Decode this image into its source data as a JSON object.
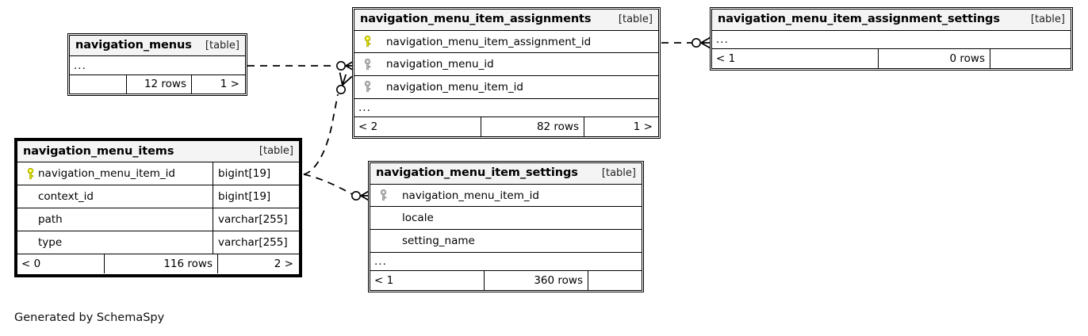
{
  "diagram": {
    "caption": "Generated by SchemaSpy",
    "table_tag": "[table]",
    "ellipsis": "...",
    "colors": {
      "pk_key": "#e8e800",
      "fk_key": "#b0b0b0",
      "header_bg": "#f4f4f4",
      "line": "#000000",
      "background": "#ffffff"
    }
  },
  "tables": {
    "navigation_menus": {
      "name": "navigation_menus",
      "tag": "[table]",
      "ellipsis": "...",
      "footer": {
        "left": "",
        "middle": "12 rows",
        "right": "1 >"
      }
    },
    "navigation_menu_item_assignments": {
      "name": "navigation_menu_item_assignments",
      "tag": "[table]",
      "ellipsis": "...",
      "columns": [
        {
          "label": "navigation_menu_item_assignment_id",
          "key": "pk"
        },
        {
          "label": "navigation_menu_id",
          "key": "fk"
        },
        {
          "label": "navigation_menu_item_id",
          "key": "fk"
        }
      ],
      "footer": {
        "left": "< 2",
        "middle": "82 rows",
        "right": "1 >"
      }
    },
    "navigation_menu_item_assignment_settings": {
      "name": "navigation_menu_item_assignment_settings",
      "tag": "[table]",
      "ellipsis": "...",
      "footer": {
        "left": "< 1",
        "middle": "0 rows",
        "right": ""
      }
    },
    "navigation_menu_items": {
      "name": "navigation_menu_items",
      "tag": "[table]",
      "columns": [
        {
          "label": "navigation_menu_item_id",
          "type": "bigint[19]",
          "key": "pk"
        },
        {
          "label": "context_id",
          "type": "bigint[19]",
          "key": "none"
        },
        {
          "label": "path",
          "type": "varchar[255]",
          "key": "none"
        },
        {
          "label": "type",
          "type": "varchar[255]",
          "key": "none"
        }
      ],
      "footer": {
        "left": "< 0",
        "middle": "116 rows",
        "right": "2 >"
      }
    },
    "navigation_menu_item_settings": {
      "name": "navigation_menu_item_settings",
      "tag": "[table]",
      "ellipsis": "...",
      "columns": [
        {
          "label": "navigation_menu_item_id",
          "key": "fk"
        },
        {
          "label": "locale",
          "key": "none"
        },
        {
          "label": "setting_name",
          "key": "none"
        }
      ],
      "footer": {
        "left": "< 1",
        "middle": "360 rows",
        "right": ""
      }
    }
  }
}
